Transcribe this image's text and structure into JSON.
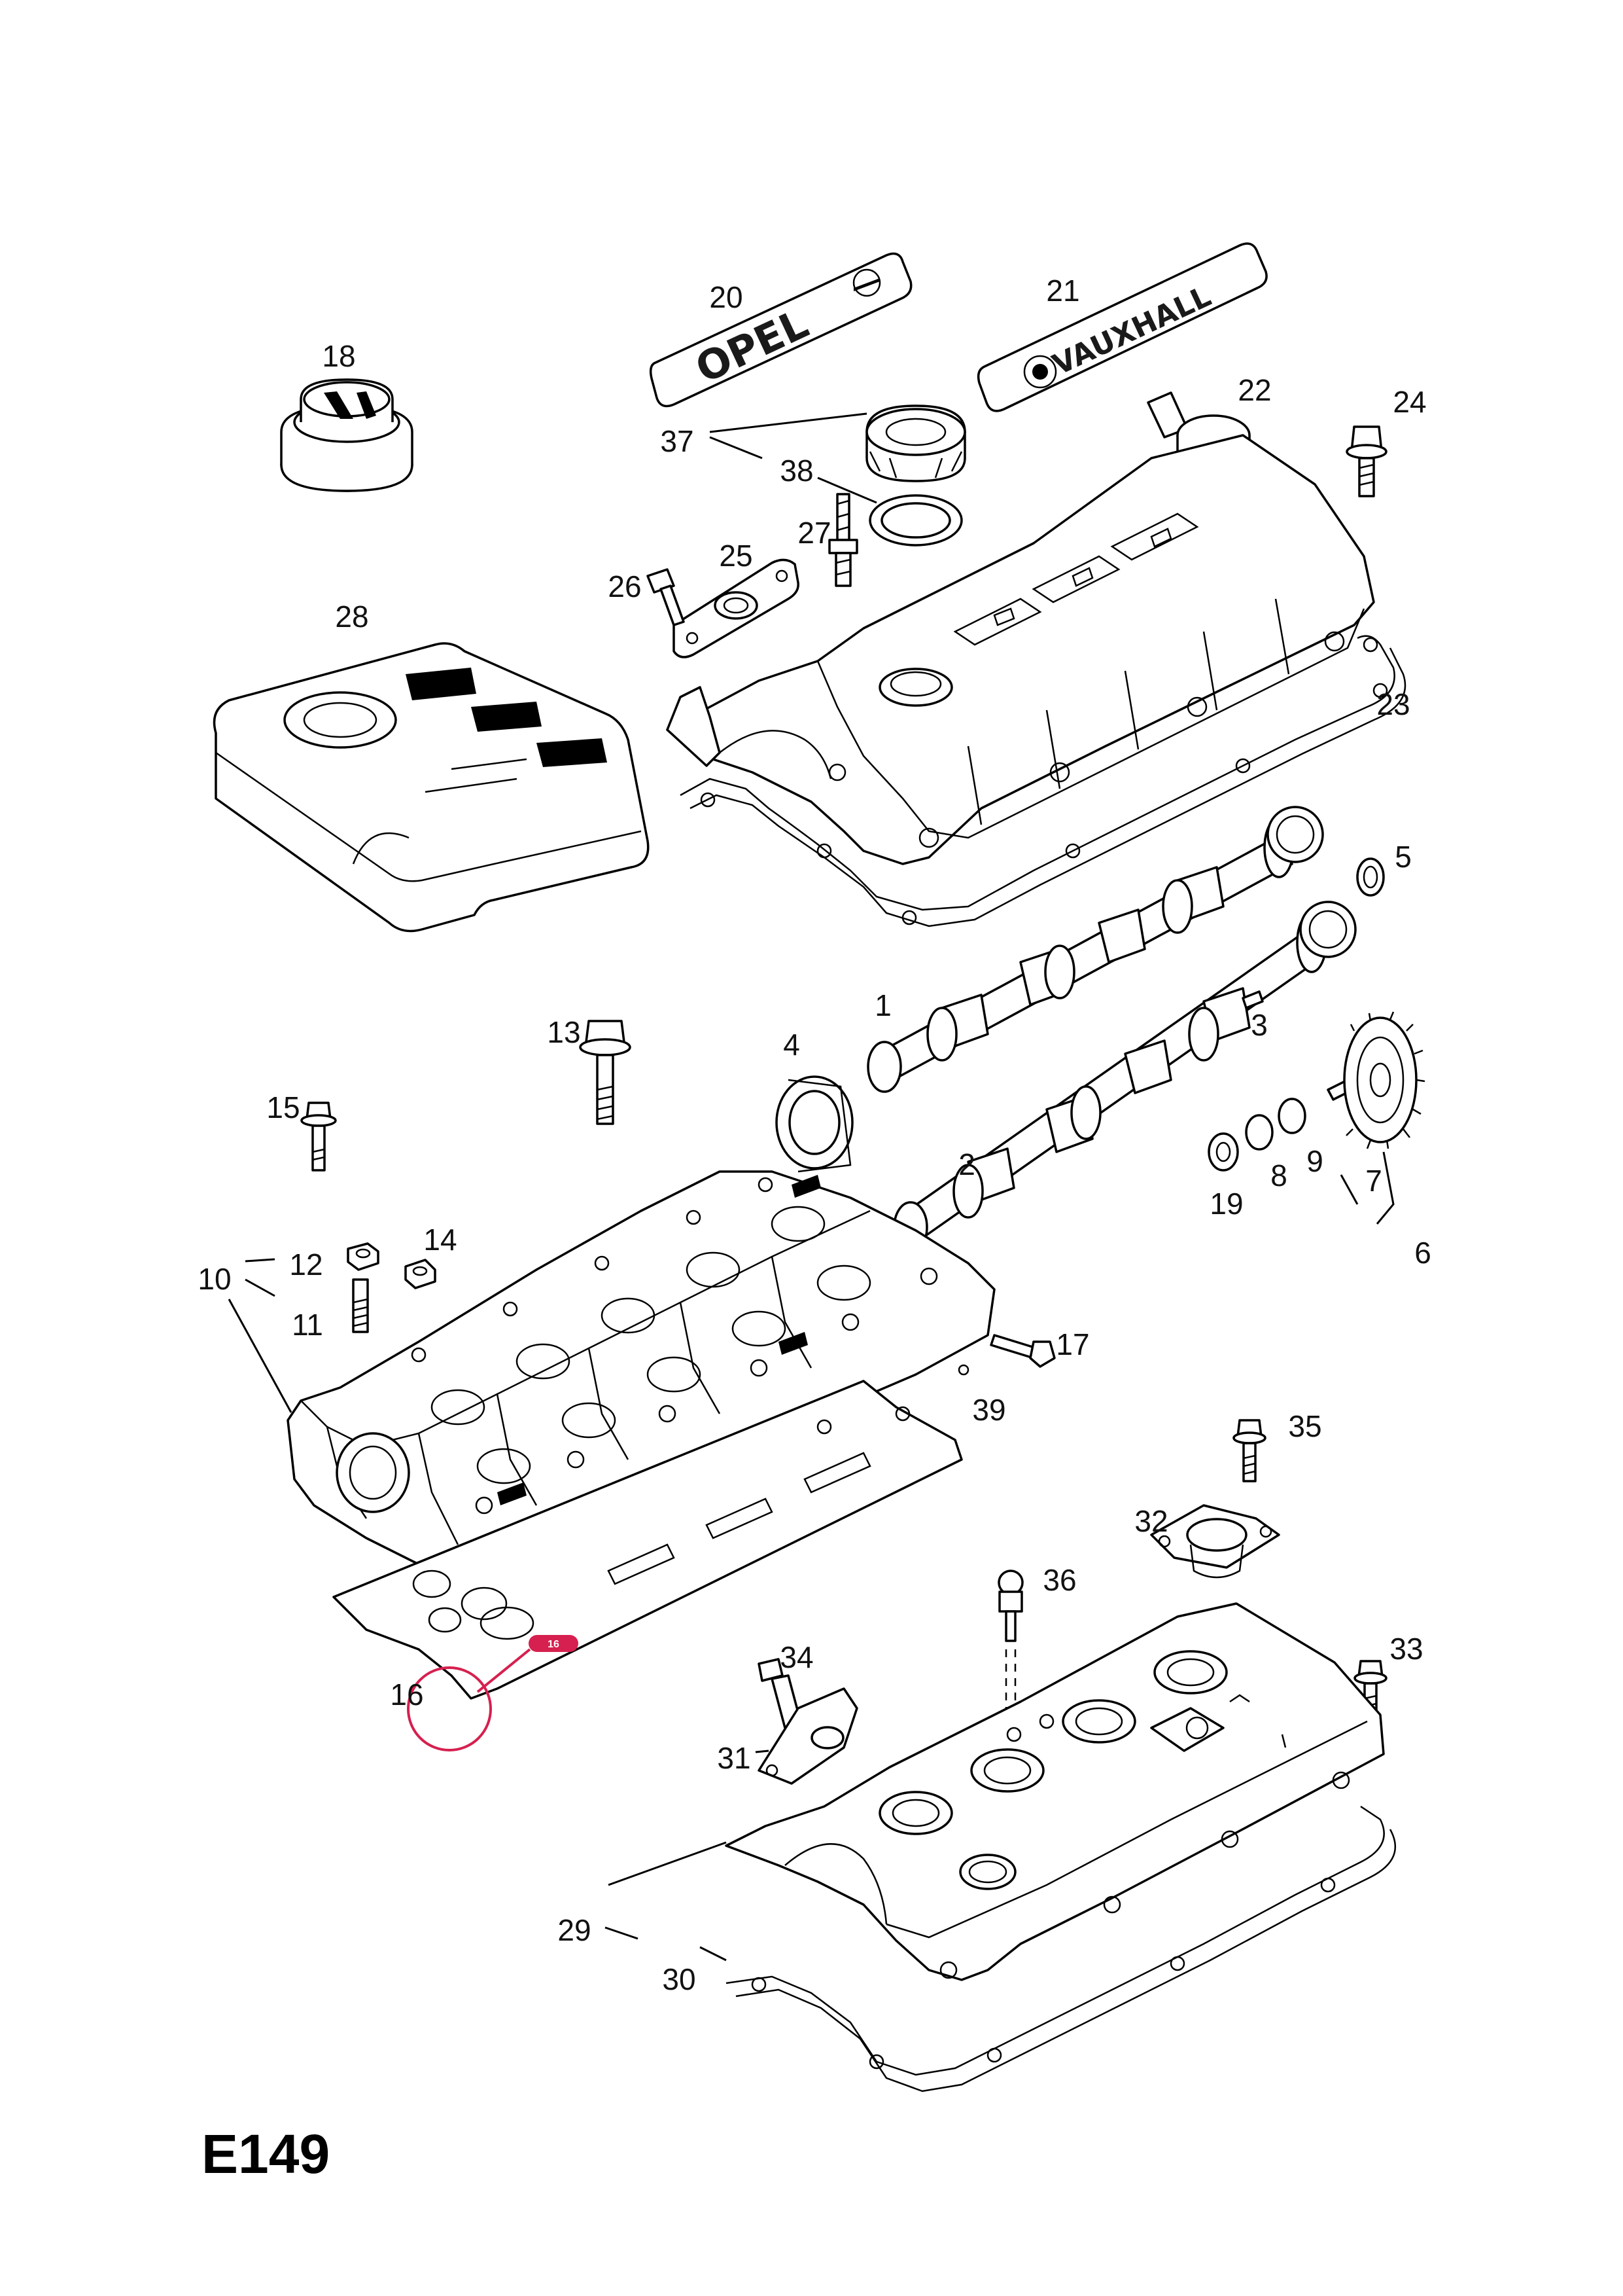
{
  "diagram_code": "E149",
  "colors": {
    "line": "#000000",
    "highlight": "#d6204f",
    "background": "#ffffff"
  },
  "plates": {
    "opel_text": "OPEL",
    "vauxhall_text": "VAUXHALL"
  },
  "highlight": {
    "badge_text": "16",
    "target_label": "16"
  },
  "labels": [
    "1",
    "2",
    "3",
    "4",
    "5",
    "6",
    "7",
    "8",
    "9",
    "10",
    "11",
    "12",
    "13",
    "14",
    "15",
    "16",
    "17",
    "18",
    "19",
    "20",
    "21",
    "22",
    "23",
    "24",
    "25",
    "26",
    "27",
    "28",
    "29",
    "30",
    "31",
    "32",
    "33",
    "34",
    "35",
    "36",
    "37",
    "38",
    "39"
  ]
}
